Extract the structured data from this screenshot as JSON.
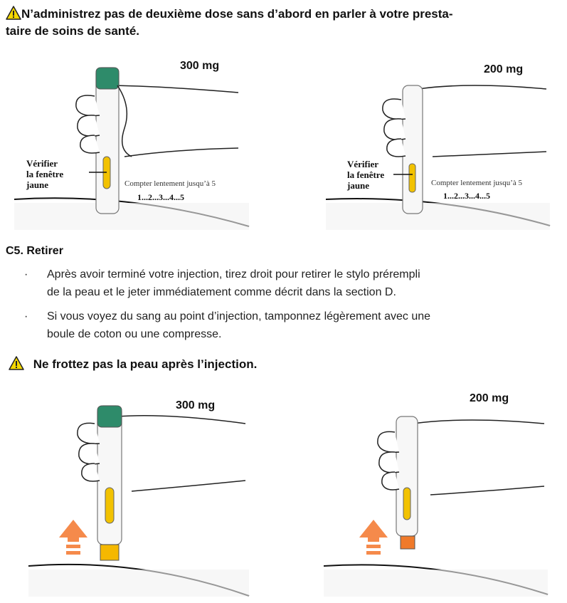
{
  "warning1": {
    "icon": "warning-triangle-icon",
    "line1": "N’administrez pas de deuxième dose sans d’abord en parler à votre presta-",
    "line2": "taire de soins de santé."
  },
  "fig_top_left": {
    "dose": "300 mg",
    "check_line1": "Vérifier",
    "check_line2": "la fenêtre",
    "check_line3": "jaune",
    "count_label": "Compter lentement jusqu’à 5",
    "count_numbers": "1...2...3...4...5"
  },
  "fig_top_right": {
    "dose": "200 mg",
    "check_line1": "Vérifier",
    "check_line2": "la fenêtre",
    "check_line3": "jaune",
    "count_label": "Compter lentement jusqu’à 5",
    "count_numbers": "1...2...3...4...5"
  },
  "section": {
    "title": "C5. Retirer",
    "bullet_symbol": "·",
    "bullets": [
      {
        "line1": "Après avoir terminé votre injection, tirez droit pour retirer le stylo prérempli",
        "line2": "de la peau et le jeter immédiatement comme décrit dans la section D."
      },
      {
        "line1": "Si vous voyez du sang au point d’injection, tamponnez légèrement avec une",
        "line2": "boule de coton ou une compresse."
      }
    ]
  },
  "warning2": {
    "icon": "warning-triangle-icon",
    "text": "Ne frottez pas la peau après l’injection."
  },
  "fig_bottom_left": {
    "dose": "300 mg"
  },
  "fig_bottom_right": {
    "dose": "200 mg"
  },
  "colors": {
    "green_cap": "#2e8b6a",
    "yellow_window": "#f2c200",
    "yellow_shield": "#f5b800",
    "orange_shield": "#f07a2a",
    "arrow_orange": "#f58a4b",
    "warning_yellow": "#f5d800"
  }
}
